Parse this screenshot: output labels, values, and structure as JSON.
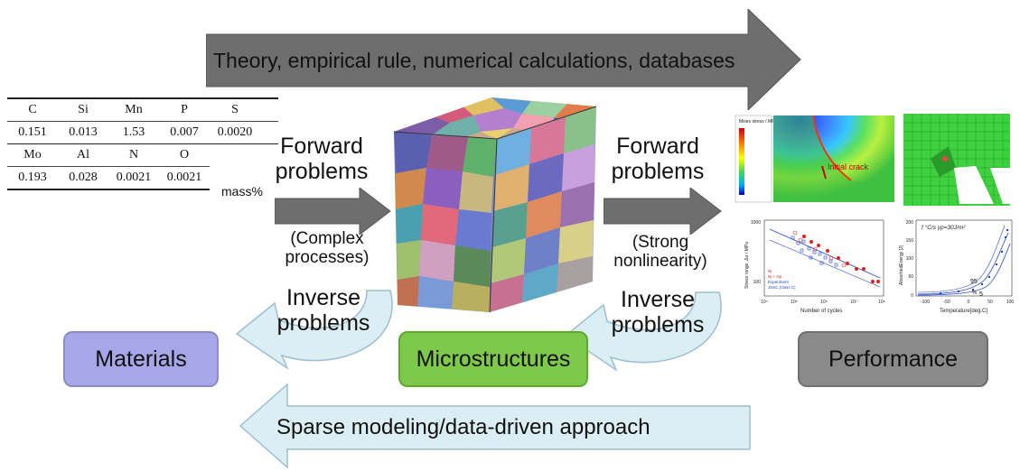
{
  "top_arrow": {
    "label": "Theory, empirical rule, numerical calculations, databases",
    "color": "#6e6e6e"
  },
  "bottom_arrow": {
    "label": "Sparse modeling/data-driven approach",
    "color": "#dbeef4"
  },
  "composition": {
    "row1": {
      "elements": [
        "C",
        "Si",
        "Mn",
        "P",
        "S"
      ],
      "values": [
        "0.151",
        "0.013",
        "1.53",
        "0.007",
        "0.0020"
      ]
    },
    "row2": {
      "elements": [
        "Mo",
        "Al",
        "N",
        "O"
      ],
      "values": [
        "0.193",
        "0.028",
        "0.0021",
        "0.0021"
      ]
    },
    "unit": "mass%"
  },
  "forward_left": {
    "line1": "Forward",
    "line2": "problems",
    "sub1": "(Complex",
    "sub2": "processes)"
  },
  "inverse_left": {
    "line1": "Inverse",
    "line2": "problems"
  },
  "forward_right": {
    "line1": "Forward",
    "line2": "problems",
    "sub1": "(Strong",
    "sub2": "nonlinearity)"
  },
  "inverse_right": {
    "line1": "Inverse",
    "line2": "problems"
  },
  "boxes": {
    "materials": {
      "label": "Materials",
      "color": "#a6a6e8"
    },
    "microstructures": {
      "label": "Microstructures",
      "color": "#7ec84a"
    },
    "performance": {
      "label": "Performance",
      "color": "#8a8a8a"
    }
  },
  "fem": {
    "legend_title": "Mises stress / MPa",
    "crack_label": "Initial crack"
  },
  "sn_plot": {
    "ylabel": "Stress range, Δσ / MPa",
    "xlabel": "Number of cycles",
    "y_ticks": [
      "1000",
      "100"
    ],
    "x_ticks": [
      "10⁴",
      "10⁵",
      "10⁶",
      "10⁷",
      "10⁸"
    ],
    "legend": [
      "Ni",
      "Ni + Np",
      "Experiment",
      "JSSC (class C)"
    ]
  },
  "charpy_plot": {
    "ylabel": "AbsorbedEnergy [J]",
    "xlabel": "Temperature[deg.C]",
    "annotation": "f °C/s  γp=30J/m²",
    "y_ticks": [
      "200",
      "150",
      "100",
      "50",
      "0"
    ],
    "x_ticks": [
      "-100",
      "-50",
      "0",
      "50",
      "100"
    ],
    "markers": [
      "95",
      "5",
      "%"
    ]
  }
}
